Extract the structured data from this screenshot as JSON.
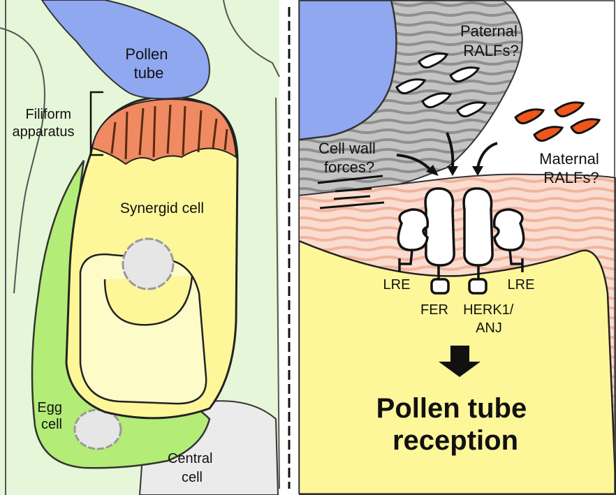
{
  "left_panel": {
    "pollen_tube": [
      "Pollen",
      "tube"
    ],
    "filiform_apparatus": [
      "Filiform",
      "apparatus"
    ],
    "synergid_cell": "Synergid cell",
    "egg_cell": [
      "Egg",
      "cell"
    ],
    "central_cell": [
      "Central",
      "cell"
    ]
  },
  "right_panel": {
    "paternal_ralfs": [
      "Paternal",
      "RALFs?"
    ],
    "maternal_ralfs": [
      "Maternal",
      "RALFs?"
    ],
    "cell_wall_forces": [
      "Cell wall",
      "forces?"
    ],
    "lre_left": "LRE",
    "lre_right": "LRE",
    "fer": "FER",
    "herk": [
      "HERK1/",
      "ANJ"
    ],
    "outcome": [
      "Pollen tube",
      "reception"
    ]
  },
  "colors": {
    "pollen_tube": "#8fa8f0",
    "synergid": "#fdf79a",
    "synergid_inner": "#fdfbc8",
    "egg_cell": "#b4ec78",
    "central_cell": "#ebebeb",
    "filiform": "#f08a62",
    "ovule_background": "#e6f6d8",
    "maternal_ralf": "#f0561c",
    "cell_wall_stripe": "#f1b49d",
    "pollen_wall": "#a9a9a9"
  }
}
